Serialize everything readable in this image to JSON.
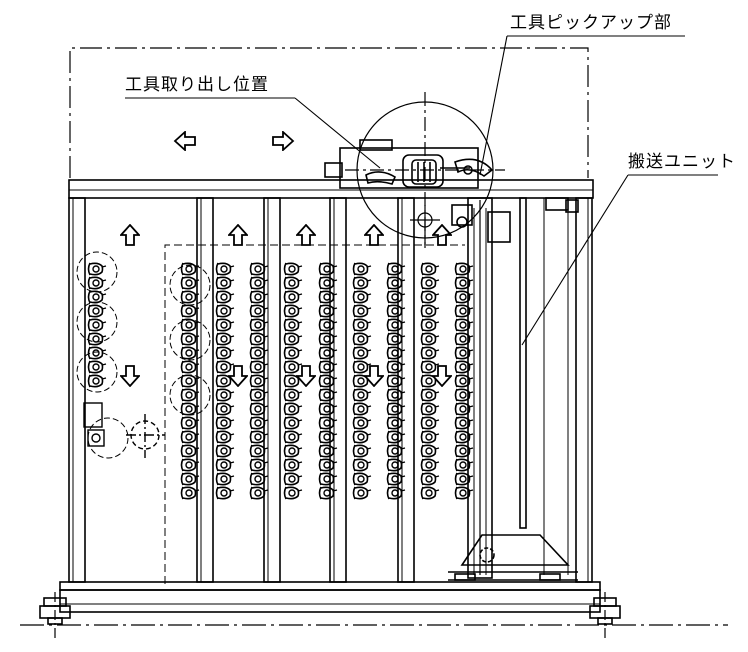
{
  "labels": {
    "tool_pickup": "工具ピックアップ部",
    "tool_takeout": "工具取り出し位置",
    "transport_unit": "搬送ユニット"
  },
  "colors": {
    "line": "#000000",
    "background": "#ffffff"
  }
}
